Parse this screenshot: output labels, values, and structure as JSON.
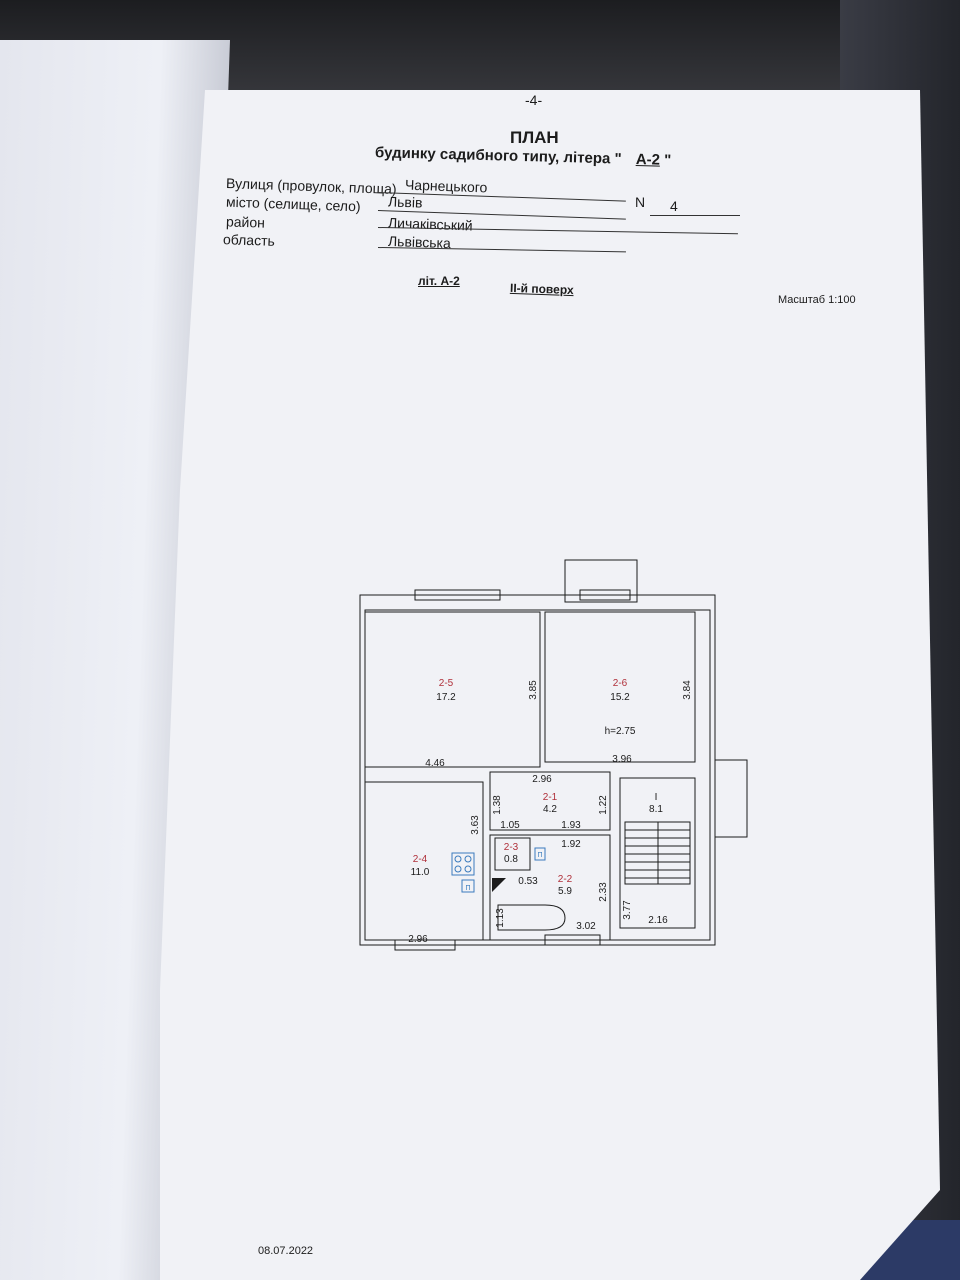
{
  "document": {
    "page_mark": "-4-",
    "title": "ПЛАН",
    "subtitle_prefix": "будинку садибного типу, літера \"",
    "subtitle_litera": "А-2",
    "subtitle_suffix": "\"",
    "fields": {
      "street_label": "Вулиця (провулок, площа)",
      "street_value": "Чарнецького",
      "city_label": "місто (селище, село)",
      "city_value": "Львів",
      "number_label": "N",
      "number_value": "4",
      "district_label": "район",
      "district_value": "Личаківський",
      "region_label": "область",
      "region_value": "Львівська"
    },
    "lit_label": "літ. А-2",
    "floor_label": "ІІ-й поверх",
    "scale_label": "Масштаб 1:100",
    "date": "08.07.2022"
  },
  "plan": {
    "rooms": [
      {
        "id": "2-5",
        "area": "17.2"
      },
      {
        "id": "2-6",
        "area": "15.2"
      },
      {
        "id": "2-1",
        "area": "4.2"
      },
      {
        "id": "I",
        "area": "8.1"
      },
      {
        "id": "2-4",
        "area": "11.0"
      },
      {
        "id": "2-3",
        "area": "0.8"
      },
      {
        "id": "2-2",
        "area": "5.9"
      }
    ],
    "height": "h=2.75",
    "dimensions": {
      "d_385": "3.85",
      "d_384": "3.84",
      "d_446": "4.46",
      "d_396": "3.96",
      "d_296_top": "2.96",
      "d_138": "1.38",
      "d_122": "1.22",
      "d_363": "3.63",
      "d_105": "1.05",
      "d_193": "1.93",
      "d_192": "1.92",
      "d_053": "0.53",
      "d_233": "2.33",
      "d_113": "1.13",
      "d_302": "3.02",
      "d_377": "3.77",
      "d_216": "2.16",
      "d_296_bot": "2.96"
    },
    "sink_symbol": "П"
  },
  "colors": {
    "paper": "#f1f2f6",
    "ink": "#1c1c1c",
    "room_id": "#b0303a",
    "fixture": "#3a7bbd"
  }
}
